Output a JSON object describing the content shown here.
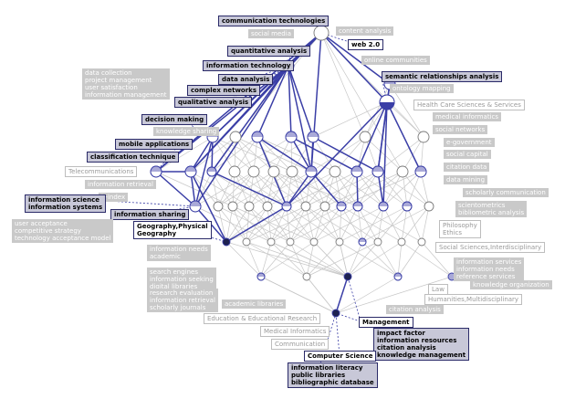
{
  "colors": {
    "accent": "#3a3ea6",
    "edge_grey": "#c7c7c7",
    "node_fill_blue": "#a9a9d8",
    "node_fill_dark": "#1e2250",
    "label_grey": "#c9c9c9"
  },
  "labels": {
    "communication_technologies": "communication technologies",
    "social_media": "social media",
    "content_analysis": "content analysis",
    "web20": "web 2.0",
    "quantitative_analysis": "quantitative analysis",
    "online_communities": "online communities",
    "information_technology": "information technology",
    "semantic_relationships_analysis": "semantic relationships analysis",
    "data_analysis": "data analysis",
    "ontology_mapping": "ontology mapping",
    "complex_networks": "complex networks",
    "qualitative_analysis": "qualitative analysis",
    "data_collection_block": [
      "data collection",
      "project management",
      "user satisfaction",
      "information management"
    ],
    "health_care": "Health Care Sciences & Services",
    "medical_informatics_grey": "medical informatics",
    "decision_making": "decision making",
    "knowledge_sharing": "knowledge sharing",
    "social_networks": "social networks",
    "mobile_applications": "mobile applications",
    "e_government": "e-government",
    "social_capital": "social capital",
    "classification_technique": "classification technique",
    "citation_data": "citation data",
    "telecommunications": "Telecommunications",
    "data_mining": "data mining",
    "information_retrieval_grey": "information retrieval",
    "scholarly_communication": "scholarly communication",
    "h_index": "h-index",
    "information_science_block": [
      "information science",
      "information systems"
    ],
    "scientometrics_block": [
      "scientometrics",
      "bibliometric analysis"
    ],
    "information_sharing": "information sharing",
    "user_acceptance_block": [
      "user acceptance",
      "competitive strategy",
      "technology acceptance model"
    ],
    "geography_block": [
      "Geography,Physical",
      "Geography"
    ],
    "philosophy_block": [
      "Philosophy",
      "Ethics"
    ],
    "information_needs_block": [
      "information needs",
      "academic"
    ],
    "social_sciences": "Social Sciences,Interdisciplinary",
    "search_engines_block": [
      "search engines",
      "information seeking",
      "digital libraries"
    ],
    "information_services_block": [
      "information services",
      "information needs",
      "reference services"
    ],
    "research_evaluation_block": [
      "research evaluation",
      "information retrieval",
      "scholarly journals"
    ],
    "law": "Law",
    "knowledge_organization": "knowledge organization",
    "humanities": "Humanities,Multidisciplinary",
    "citation_analysis_grey": "citation analysis",
    "education": "Education & Educational Research",
    "academic_libraries": "academic libraries",
    "medical_informatics": "Medical Informatics",
    "management": "Management",
    "impact_factor_block": [
      "impact factor",
      "information resources",
      "citation analysis",
      "knowledge management"
    ],
    "communication": "Communication",
    "computer_science": "Computer Science",
    "information_literacy_block": [
      "information literacy",
      "public libraries",
      "bibliographic database"
    ]
  }
}
